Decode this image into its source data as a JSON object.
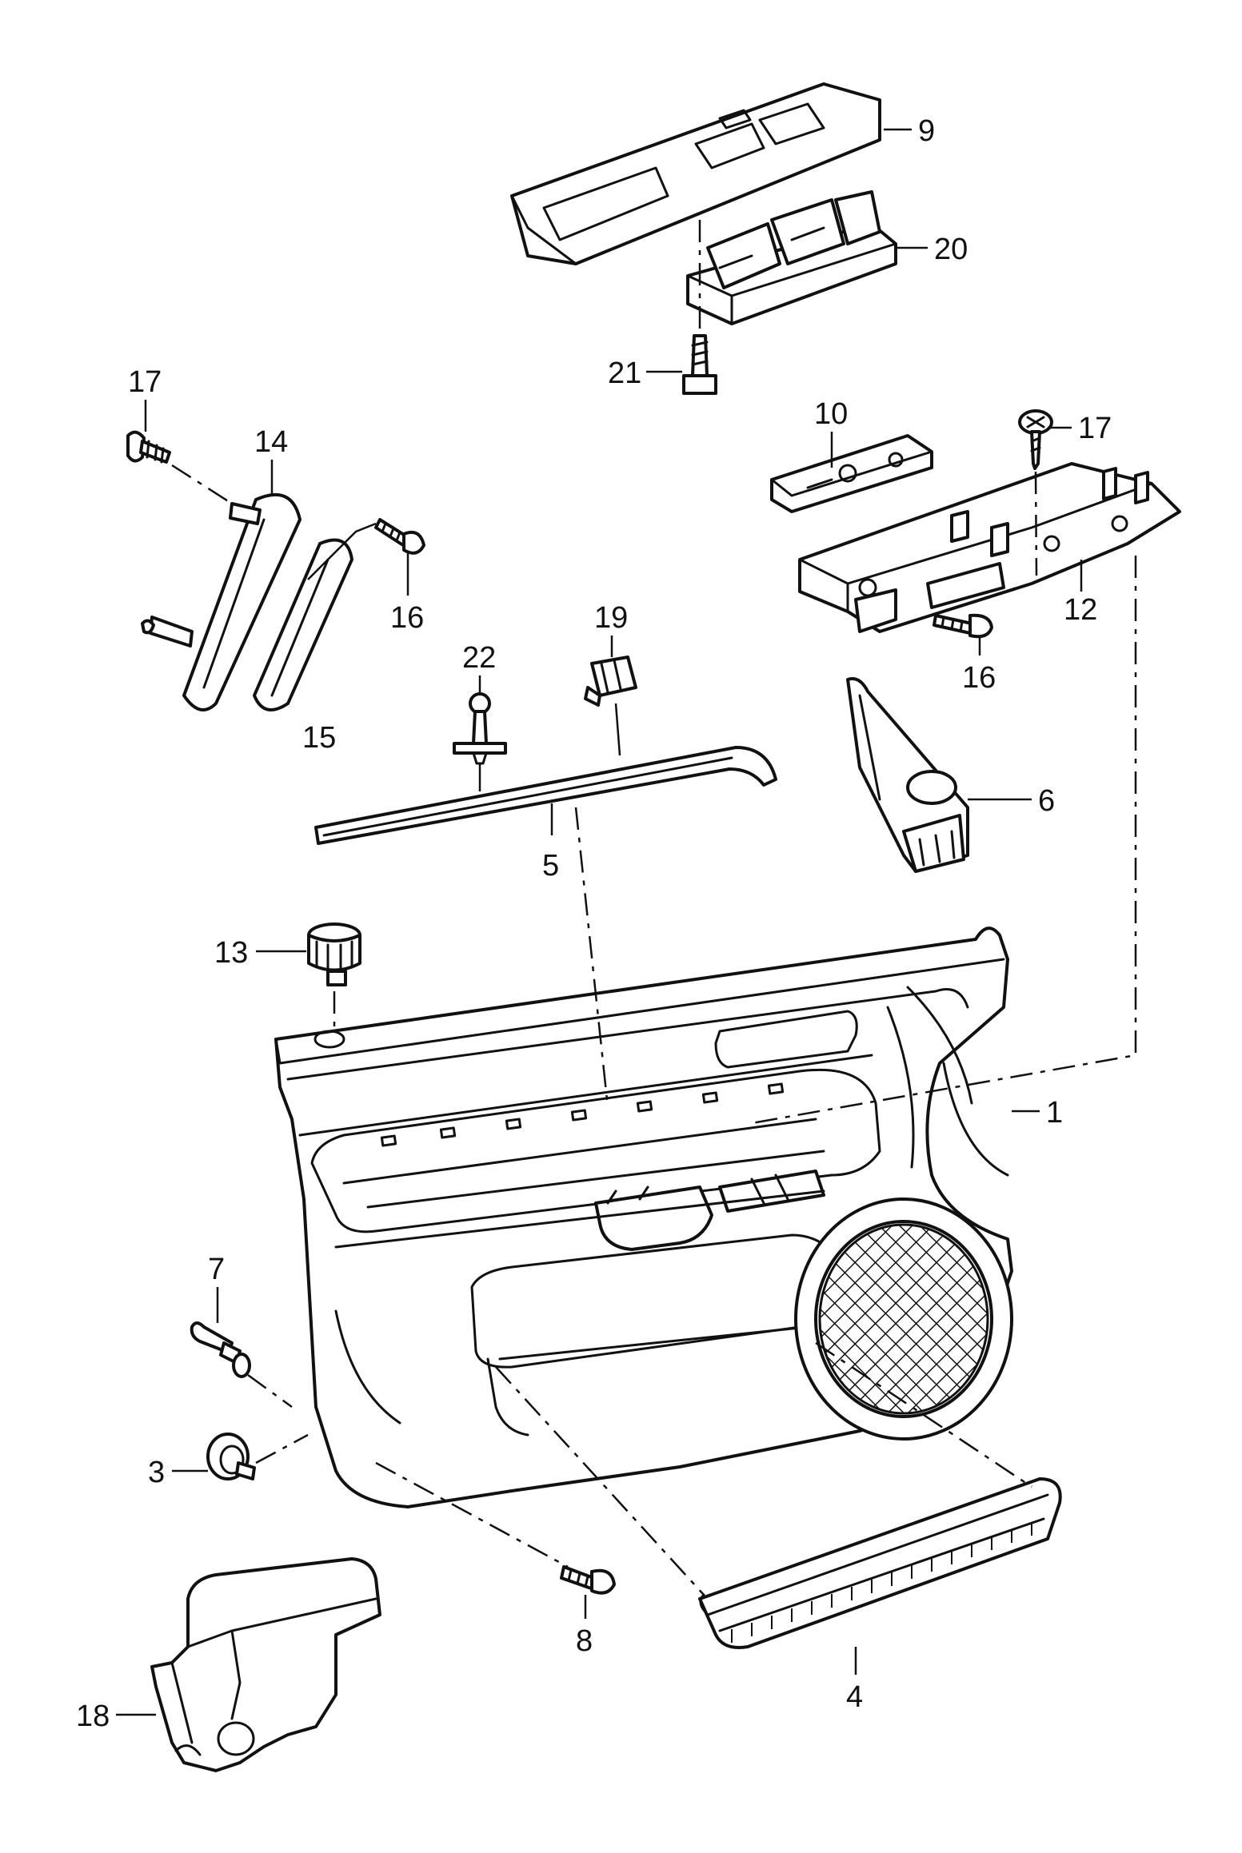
{
  "callouts": {
    "c1": "1",
    "c3": "3",
    "c4": "4",
    "c5": "5",
    "c6": "6",
    "c7": "7",
    "c8": "8",
    "c9": "9",
    "c10": "10",
    "c12": "12",
    "c13": "13",
    "c14": "14",
    "c15": "15",
    "c16a": "16",
    "c16b": "16",
    "c17a": "17",
    "c17b": "17",
    "c18": "18",
    "c19": "19",
    "c20": "20",
    "c21": "21",
    "c22": "22"
  }
}
